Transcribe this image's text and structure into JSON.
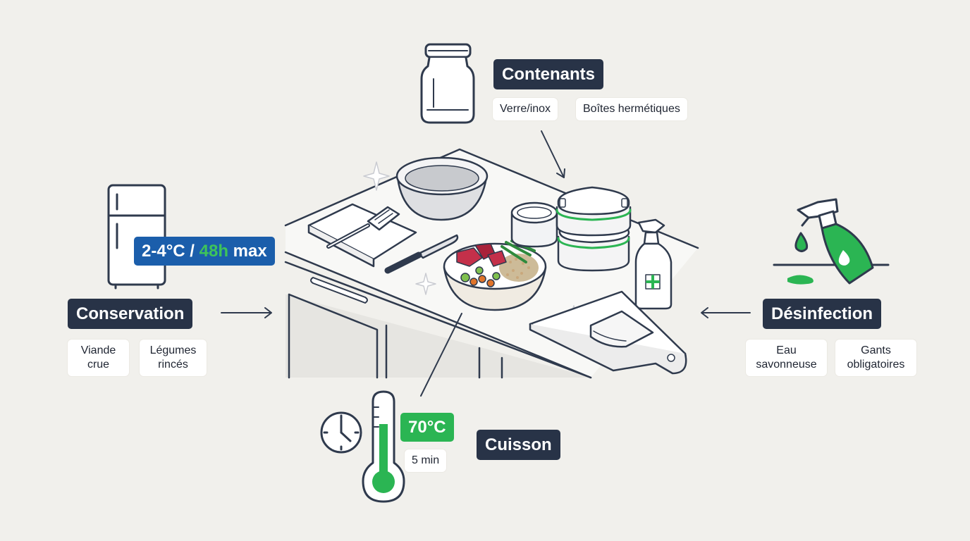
{
  "contenants": {
    "title": "Contenants",
    "items": [
      "Verre/inox",
      "Boîtes hermétiques"
    ]
  },
  "conservation": {
    "title": "Conservation",
    "temperature_part1": "2-4°C / ",
    "temperature_part2": "48h",
    "temperature_part3": " max",
    "items": [
      {
        "line1": "Viande",
        "line2": "crue"
      },
      {
        "line1": "Légumes",
        "line2": "rincés"
      }
    ]
  },
  "desinfection": {
    "title": "Désinfection",
    "items": [
      {
        "line1": "Eau",
        "line2": "savonneuse"
      },
      {
        "line1": "Gants",
        "line2": "obligatoires"
      }
    ]
  },
  "cuisson": {
    "title": "Cuisson",
    "temperature": "70°C",
    "duration": "5 min"
  },
  "colors": {
    "background": "#f1f0ec",
    "title_box": "#283347",
    "temperature_badge": "#1b5eab",
    "accent_green": "#2bb553",
    "line": "#2f3a4d"
  },
  "icons": [
    "jar-icon",
    "fridge-icon",
    "spray-bottle-icon",
    "clock-icon",
    "thermometer-icon"
  ]
}
